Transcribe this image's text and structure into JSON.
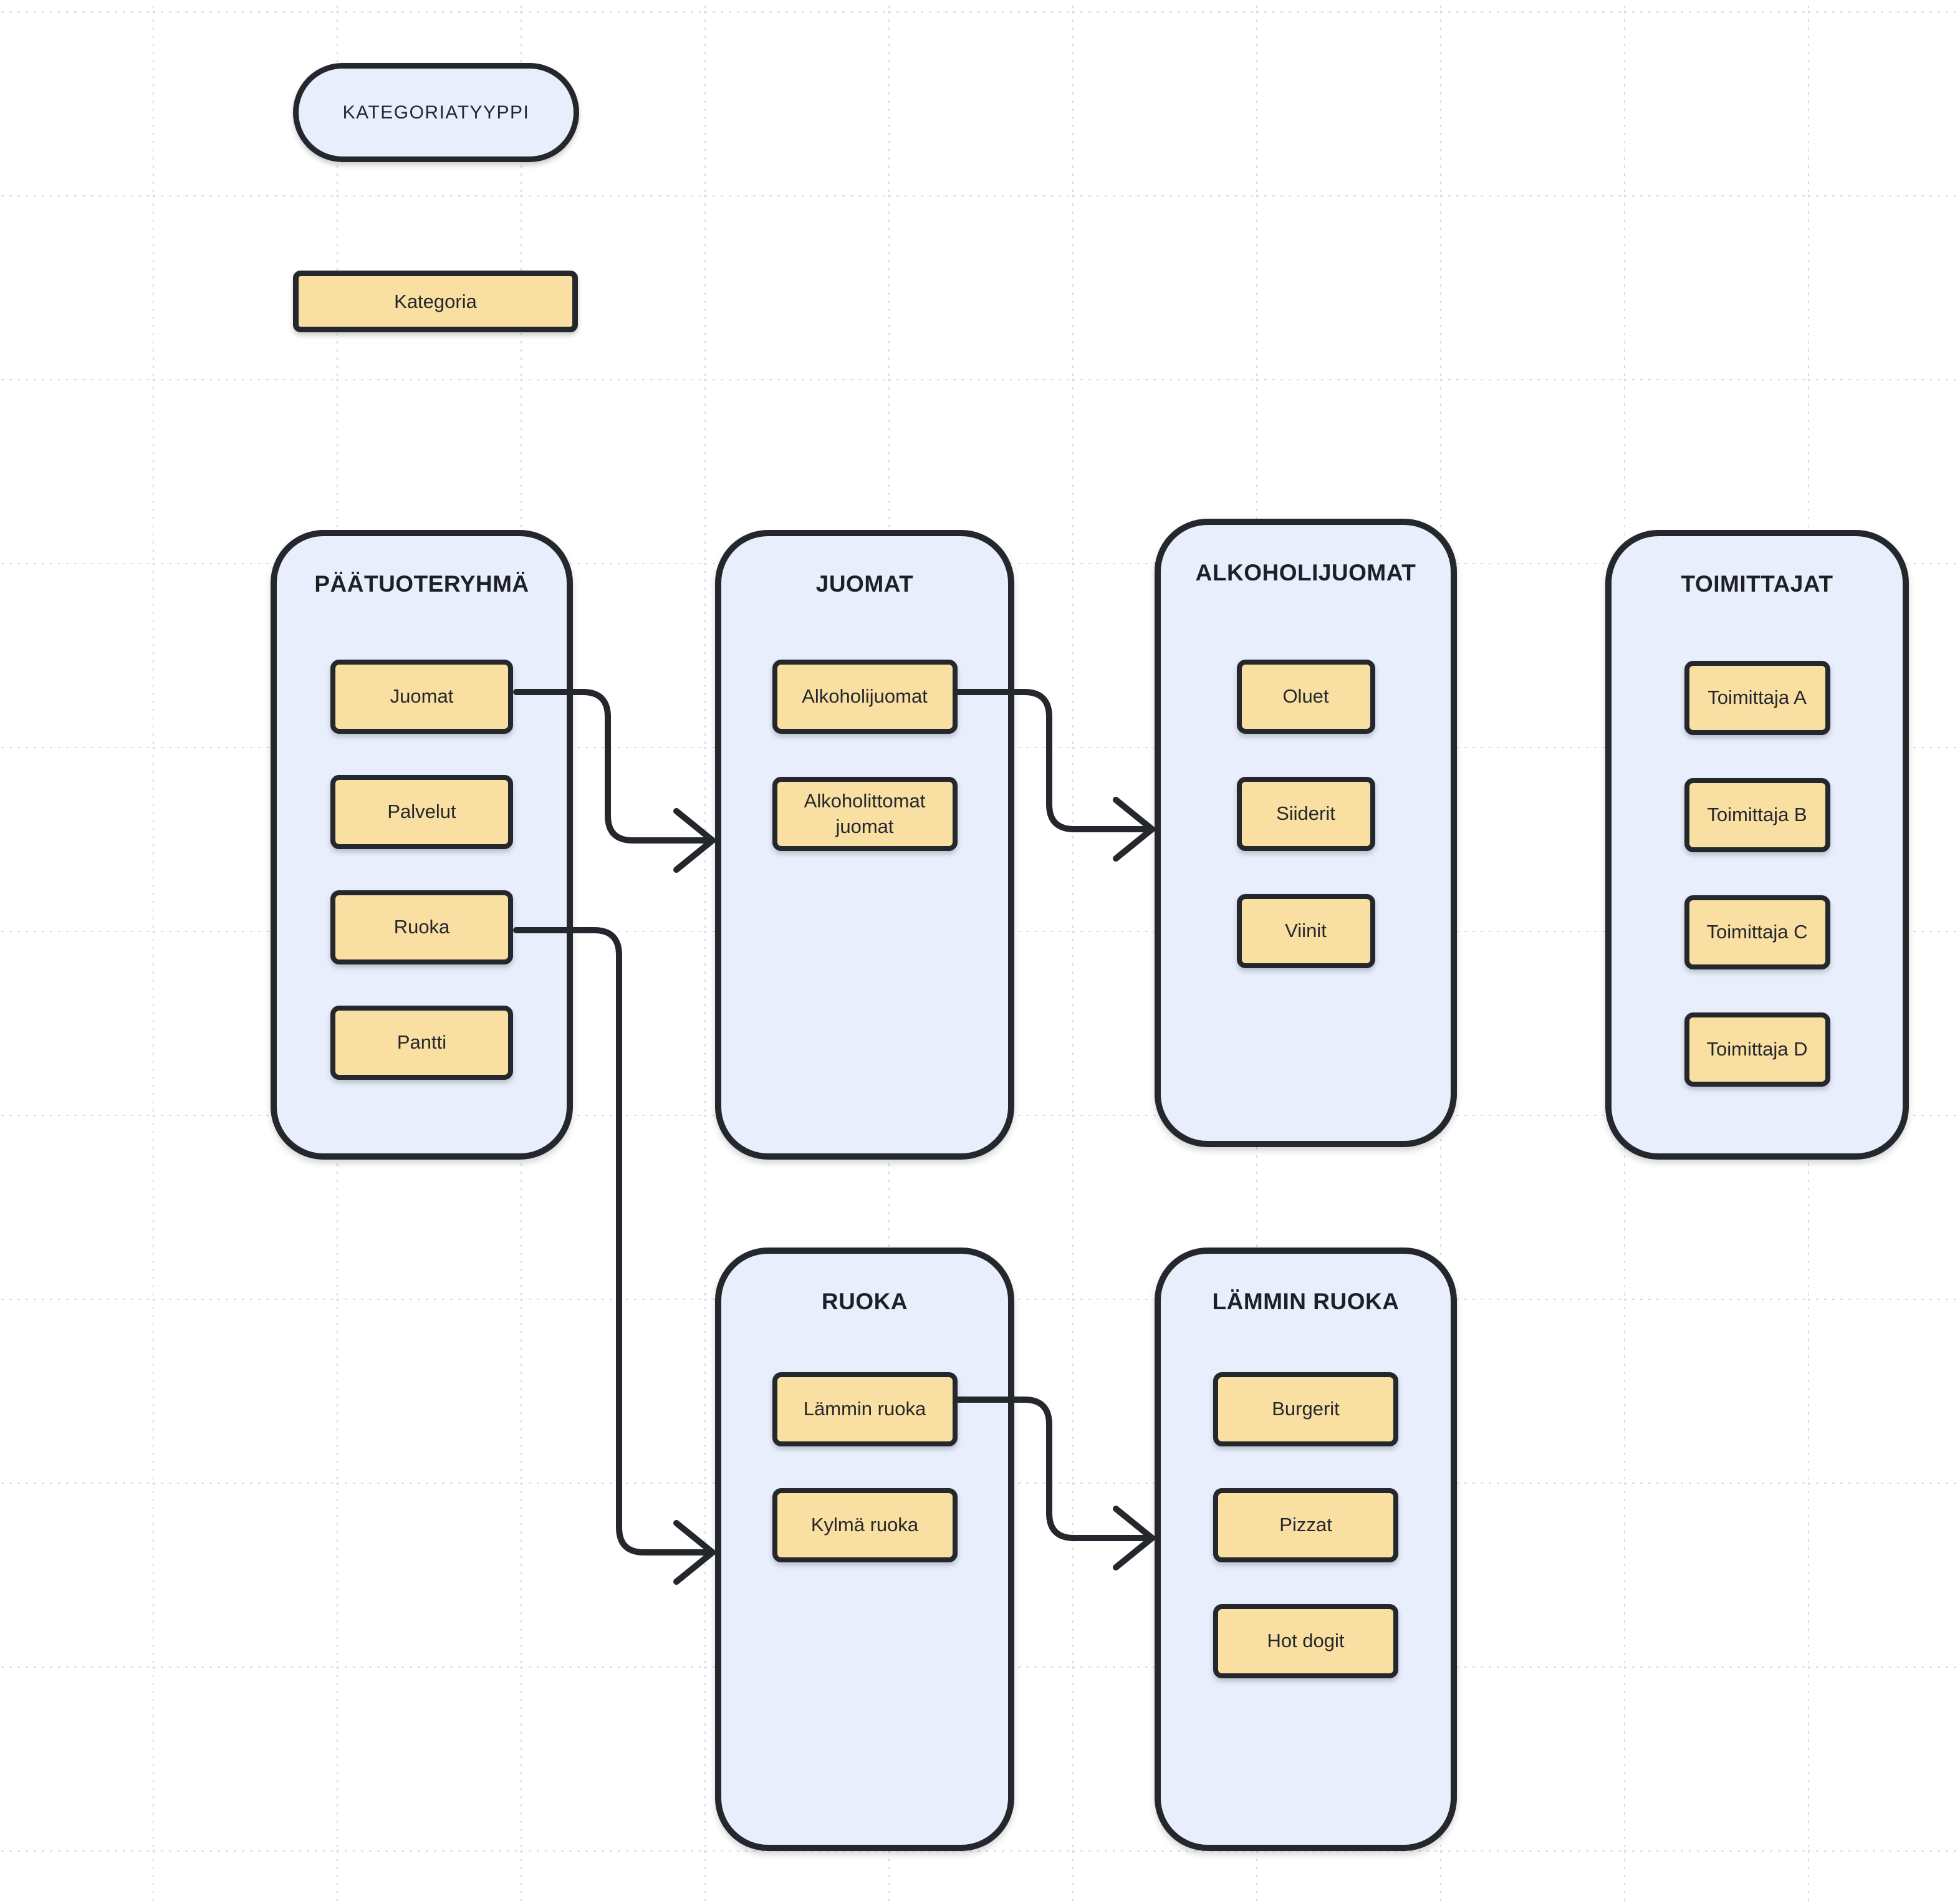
{
  "legend": {
    "type_shape_label": "KATEGORIATYYPPI",
    "category_shape_label": "Kategoria"
  },
  "colors": {
    "background": "#ffffff",
    "grid_line": "#d7dade",
    "container_fill": "#e8eefc",
    "category_fill": "#f9dfa2",
    "stroke": "#24272c"
  },
  "groups": [
    {
      "title": "PÄÄTUOTERYHMÄ",
      "items": [
        "Juomat",
        "Palvelut",
        "Ruoka",
        "Pantti"
      ]
    },
    {
      "title": "JUOMAT",
      "items": [
        "Alkoholijuomat",
        "Alkoholittomat juomat"
      ]
    },
    {
      "title": "ALKOHOLIJUOMAT",
      "items": [
        "Oluet",
        "Siiderit",
        "Viinit"
      ]
    },
    {
      "title": "TOIMITTAJAT",
      "items": [
        "Toimittaja A",
        "Toimittaja B",
        "Toimittaja C",
        "Toimittaja D"
      ]
    },
    {
      "title": "RUOKA",
      "items": [
        "Lämmin ruoka",
        "Kylmä ruoka"
      ]
    },
    {
      "title": "LÄMMIN RUOKA",
      "items": [
        "Burgerit",
        "Pizzat",
        "Hot dogit"
      ]
    }
  ],
  "connections": [
    {
      "from": "Juomat",
      "to": "JUOMAT"
    },
    {
      "from": "Alkoholijuomat",
      "to": "ALKOHOLIJUOMAT"
    },
    {
      "from": "Ruoka",
      "to": "RUOKA"
    },
    {
      "from": "Lämmin ruoka",
      "to": "LÄMMIN RUOKA"
    }
  ]
}
